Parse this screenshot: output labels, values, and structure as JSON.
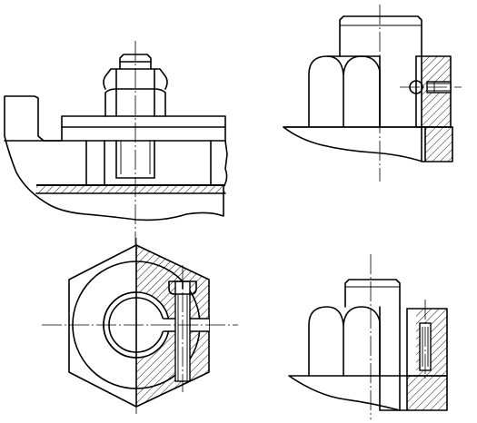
{
  "figure": {
    "background": "#ffffff",
    "ink": "#000000",
    "views": [
      {
        "id": "bolted-plate-locknut",
        "position": "top-left"
      },
      {
        "id": "slotted-nut-with-set-screw-elevation",
        "position": "top-right"
      },
      {
        "id": "split-nut-with-clamp-screw-plan",
        "position": "bottom-left"
      },
      {
        "id": "slotted-nut-with-pin-elevation",
        "position": "bottom-right"
      }
    ]
  }
}
